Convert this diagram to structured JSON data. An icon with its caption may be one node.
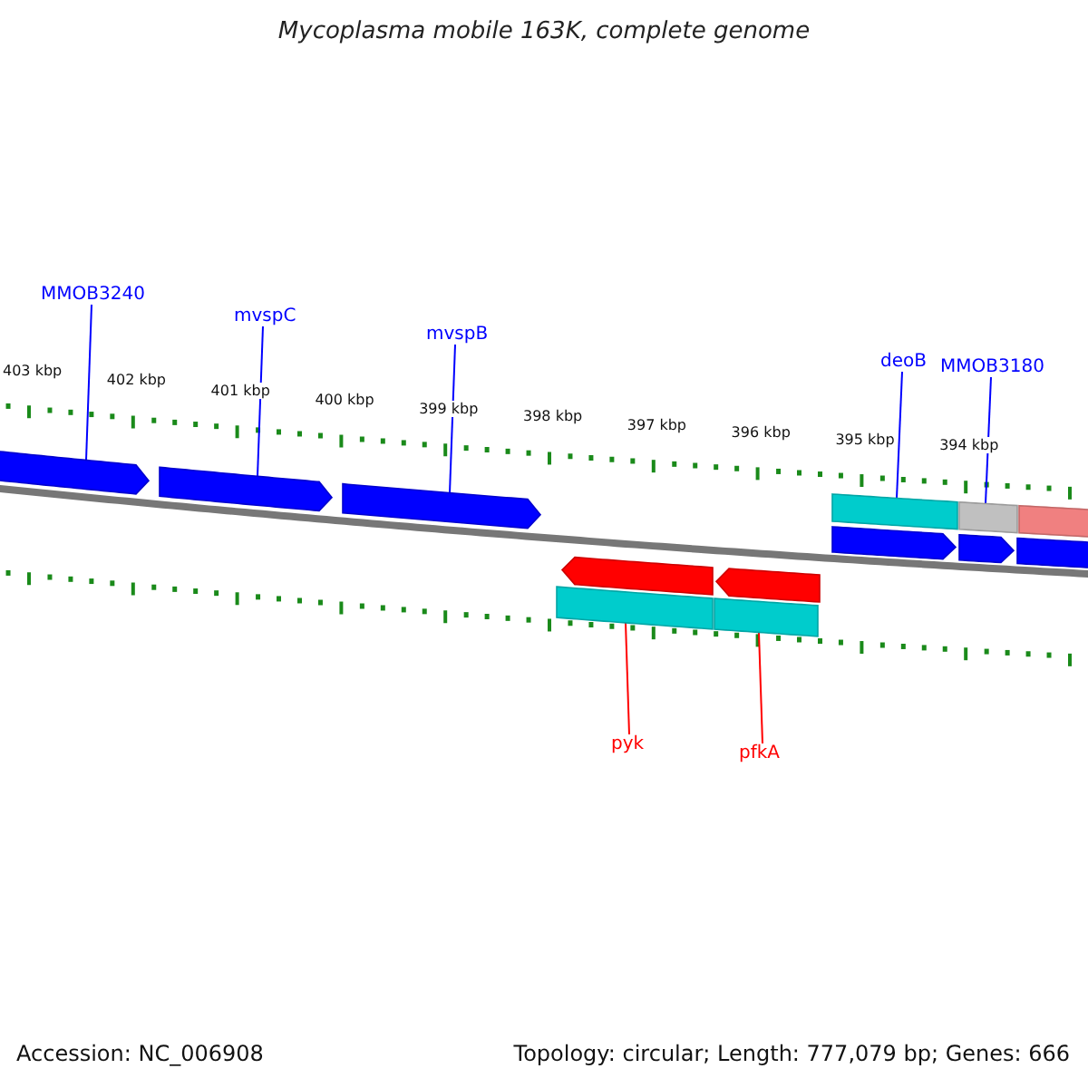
{
  "diagram": {
    "title": "Mycoplasma mobile 163K, complete genome",
    "nodes": [
      {
        "text": [
          "MMOB3240"
        ]
      },
      {
        "text": [
          "mvspC"
        ]
      },
      {
        "text": [
          "mvspB"
        ]
      },
      {
        "text": [
          "deoB"
        ]
      },
      {
        "text": [
          "MMOB3180"
        ]
      },
      {
        "text": [
          "pyk"
        ]
      },
      {
        "text": [
          "pfkA"
        ]
      },
      {
        "text": [],
        "shape": "arrow"
      },
      {
        "text": [],
        "shape": "arrow"
      },
      {
        "text": [],
        "shape": "arrow"
      },
      {
        "text": [],
        "shape": "bar"
      },
      {
        "text": [],
        "shape": "bar"
      },
      {
        "text": [],
        "shape": "bar"
      },
      {
        "text": [],
        "shape": "arrow"
      },
      {
        "text": [],
        "shape": "arrow"
      },
      {
        "text": [],
        "shape": "arrow"
      },
      {
        "text": [],
        "shape": "arrow"
      },
      {
        "text": [],
        "shape": "arrow"
      },
      {
        "text": [],
        "shape": "bar"
      },
      {
        "text": [],
        "shape": "bar"
      }
    ],
    "edges": [
      {
        "from": 0,
        "to": 7,
        "arrow": "none"
      },
      {
        "from": 1,
        "to": 8,
        "arrow": "none"
      },
      {
        "from": 2,
        "to": 9,
        "arrow": "none"
      },
      {
        "from": 3,
        "to": 10,
        "arrow": "none"
      },
      {
        "from": 4,
        "to": 11,
        "arrow": "none"
      },
      {
        "from": 5,
        "to": 18,
        "arrow": "none",
        "color": "#ff0000"
      },
      {
        "from": 6,
        "to": 19,
        "arrow": "none",
        "color": "#ff0000"
      }
    ],
    "labels": [
      "403 kbp",
      "402 kbp",
      "401 kbp",
      "400 kbp",
      "399 kbp",
      "398 kbp",
      "397 kbp",
      "396 kbp",
      "395 kbp",
      "394 kbp",
      "Accession: NC_006908",
      "Topology: circular; Length: 777,079 bp; Genes: 666"
    ]
  }
}
